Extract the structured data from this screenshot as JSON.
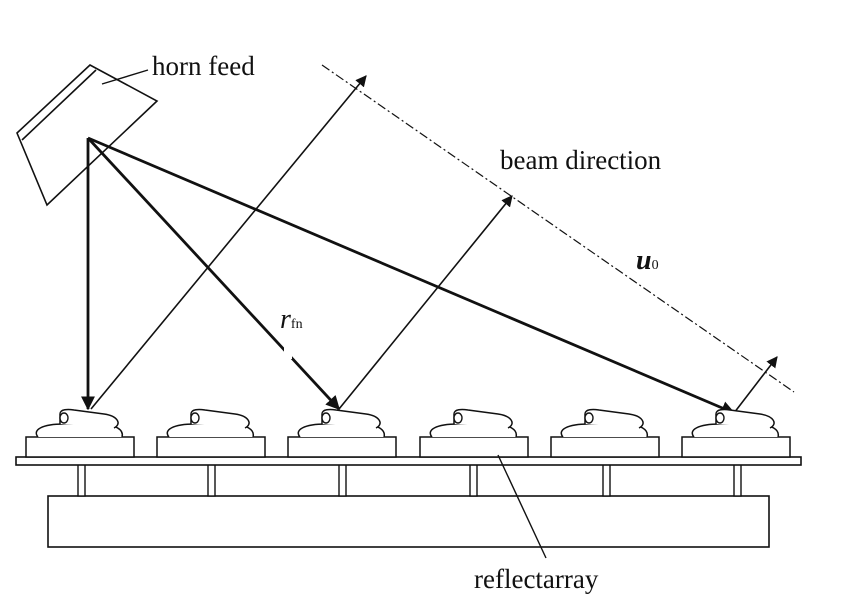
{
  "labels": {
    "horn_feed": "horn feed",
    "beam_direction": "beam direction",
    "reflectarray": "reflectarray",
    "r_symbol": "r",
    "r_subscript": "fn",
    "u_symbol": "u",
    "u_subscript": "0"
  },
  "colors": {
    "ink": "#111111",
    "fill": "#ffffff"
  },
  "structure": {
    "element_count": 6,
    "post_count": 6
  }
}
